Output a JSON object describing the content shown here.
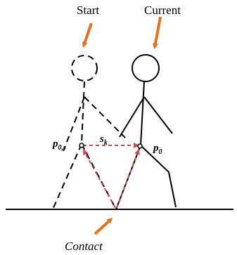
{
  "labels": {
    "start": "Start",
    "current": "Current",
    "contact": "Contact",
    "p0s_main": "p",
    "p0s_sub": "0,s",
    "sk_main": "s",
    "sk_sub": "k",
    "p0_main": "p",
    "p0_sub": "0"
  },
  "colors": {
    "ink": "#000000",
    "arrow_orange": "#e37322",
    "dashed_red": "#c0504d",
    "background": "#ffffff"
  },
  "figures": {
    "start_figure_line_style": "dashed",
    "current_figure_line_style": "solid",
    "vector_line_style": "dashed"
  }
}
